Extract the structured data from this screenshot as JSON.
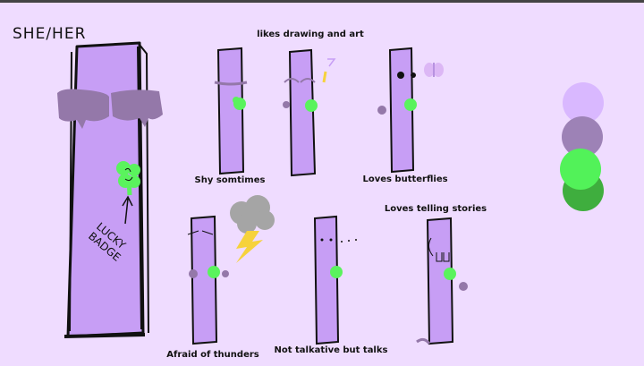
{
  "pronouns": "SHE/HER",
  "badge_text": "LUCKY BADGE",
  "captions": {
    "drawing": "likes drawing and art",
    "shy": "Shy somtimes",
    "butterflies": "Loves butterflies",
    "stories": "Loves telling stories",
    "thunders": "Afraid of thunders",
    "talkative": "Not talkative but talks"
  },
  "palette": [
    "#d9b8ff",
    "#9d82b6",
    "#52f259",
    "#3fae3e"
  ],
  "colors": {
    "background": "#efdcff",
    "body_purple": "#c79ef5",
    "outline": "#111111",
    "scarf": "#9478a9",
    "badge_green": "#5af35d",
    "cloud": "#a5a5a5",
    "lightning": "#f6d23c"
  }
}
